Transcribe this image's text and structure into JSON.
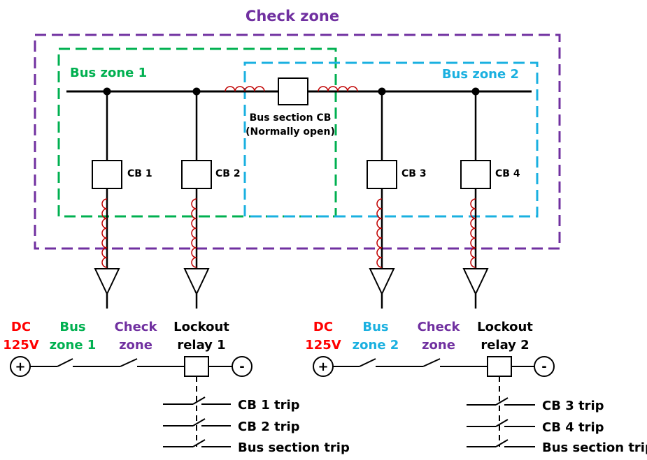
{
  "title": "Check zone",
  "zones": {
    "bus_zone_1": "Bus zone 1",
    "bus_zone_2": "Bus zone 2"
  },
  "bus_section": {
    "line1": "Bus section CB",
    "line2": "(Normally open)"
  },
  "breakers": [
    "CB 1",
    "CB 2",
    "CB 3",
    "CB 4"
  ],
  "circuit1": {
    "dc_line1": "DC",
    "dc_line2": "125V",
    "zone_line1": "Bus",
    "zone_line2": "zone 1",
    "check_line1": "Check",
    "check_line2": "zone",
    "relay_line1": "Lockout",
    "relay_line2": "relay 1",
    "trips": [
      "CB 1 trip",
      "CB 2 trip",
      "Bus section trip"
    ]
  },
  "circuit2": {
    "dc_line1": "DC",
    "dc_line2": "125V",
    "zone_line1": "Bus",
    "zone_line2": "zone 2",
    "check_line1": "Check",
    "check_line2": "zone",
    "relay_line1": "Lockout",
    "relay_line2": "relay 2",
    "trips": [
      "CB 3 trip",
      "CB 4 trip",
      "Bus section trip"
    ]
  },
  "terminals": {
    "plus": "+",
    "minus": "-"
  },
  "colors": {
    "check": "#7030a0",
    "zone1": "#00b050",
    "zone2": "#1ab0e0",
    "dc": "#ff0000",
    "ct": "#c00000",
    "line": "#000000"
  }
}
